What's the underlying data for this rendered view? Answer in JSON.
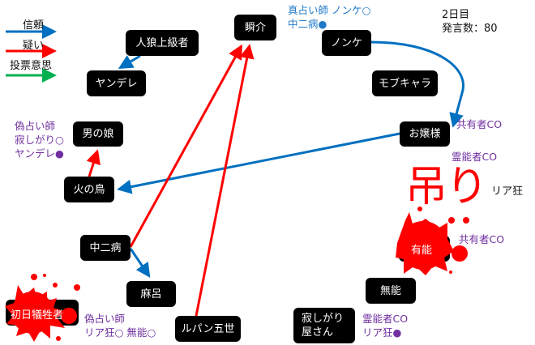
{
  "legend": {
    "items": [
      {
        "label": "信頼",
        "color": "#0070c0"
      },
      {
        "label": "疑い",
        "color": "#ff0000"
      },
      {
        "label": "投票意思",
        "color": "#00b050"
      }
    ]
  },
  "status": {
    "day": "2日目",
    "posts": "発言数：80"
  },
  "nodes": {
    "shunsuke": "瞬介",
    "jinro": "人狼上級者",
    "yandere": "ヤンデレ",
    "nonke": "ノンケ",
    "mob": "モブキャラ",
    "ojousama": "お嬢様",
    "otokonoko": "男の娘",
    "hinotori": "火の鳥",
    "chuunibyou": "中二病",
    "maro": "麻呂",
    "shonichi": "初日犠牲者",
    "lupin": "ルパン五世",
    "yuunou": "有能",
    "munou": "無能",
    "sabishigari": "寂しがり屋さん",
    "riakyou": "リア狂"
  },
  "notes": {
    "shunsuke": [
      "真占い師 ノンケ○",
      "中二病●"
    ],
    "otokonoko": [
      "偽占い師",
      "寂しがり○",
      "ヤンデレ●"
    ],
    "ojousama": [
      "共有者CO"
    ],
    "riakyou": [
      "霊能者CO"
    ],
    "yuunou": [
      "共有者CO"
    ],
    "lupin": [
      "偽占い師",
      "リア狂○ 無能○"
    ],
    "sabishigari": [
      "霊能者CO",
      "リア狂●"
    ]
  },
  "hanged_label": "吊り",
  "colors": {
    "trust": "#0070c0",
    "doubt": "#ff0000",
    "vote": "#00b050",
    "note_purple": "#7030a0",
    "blood": "#ff0000"
  }
}
